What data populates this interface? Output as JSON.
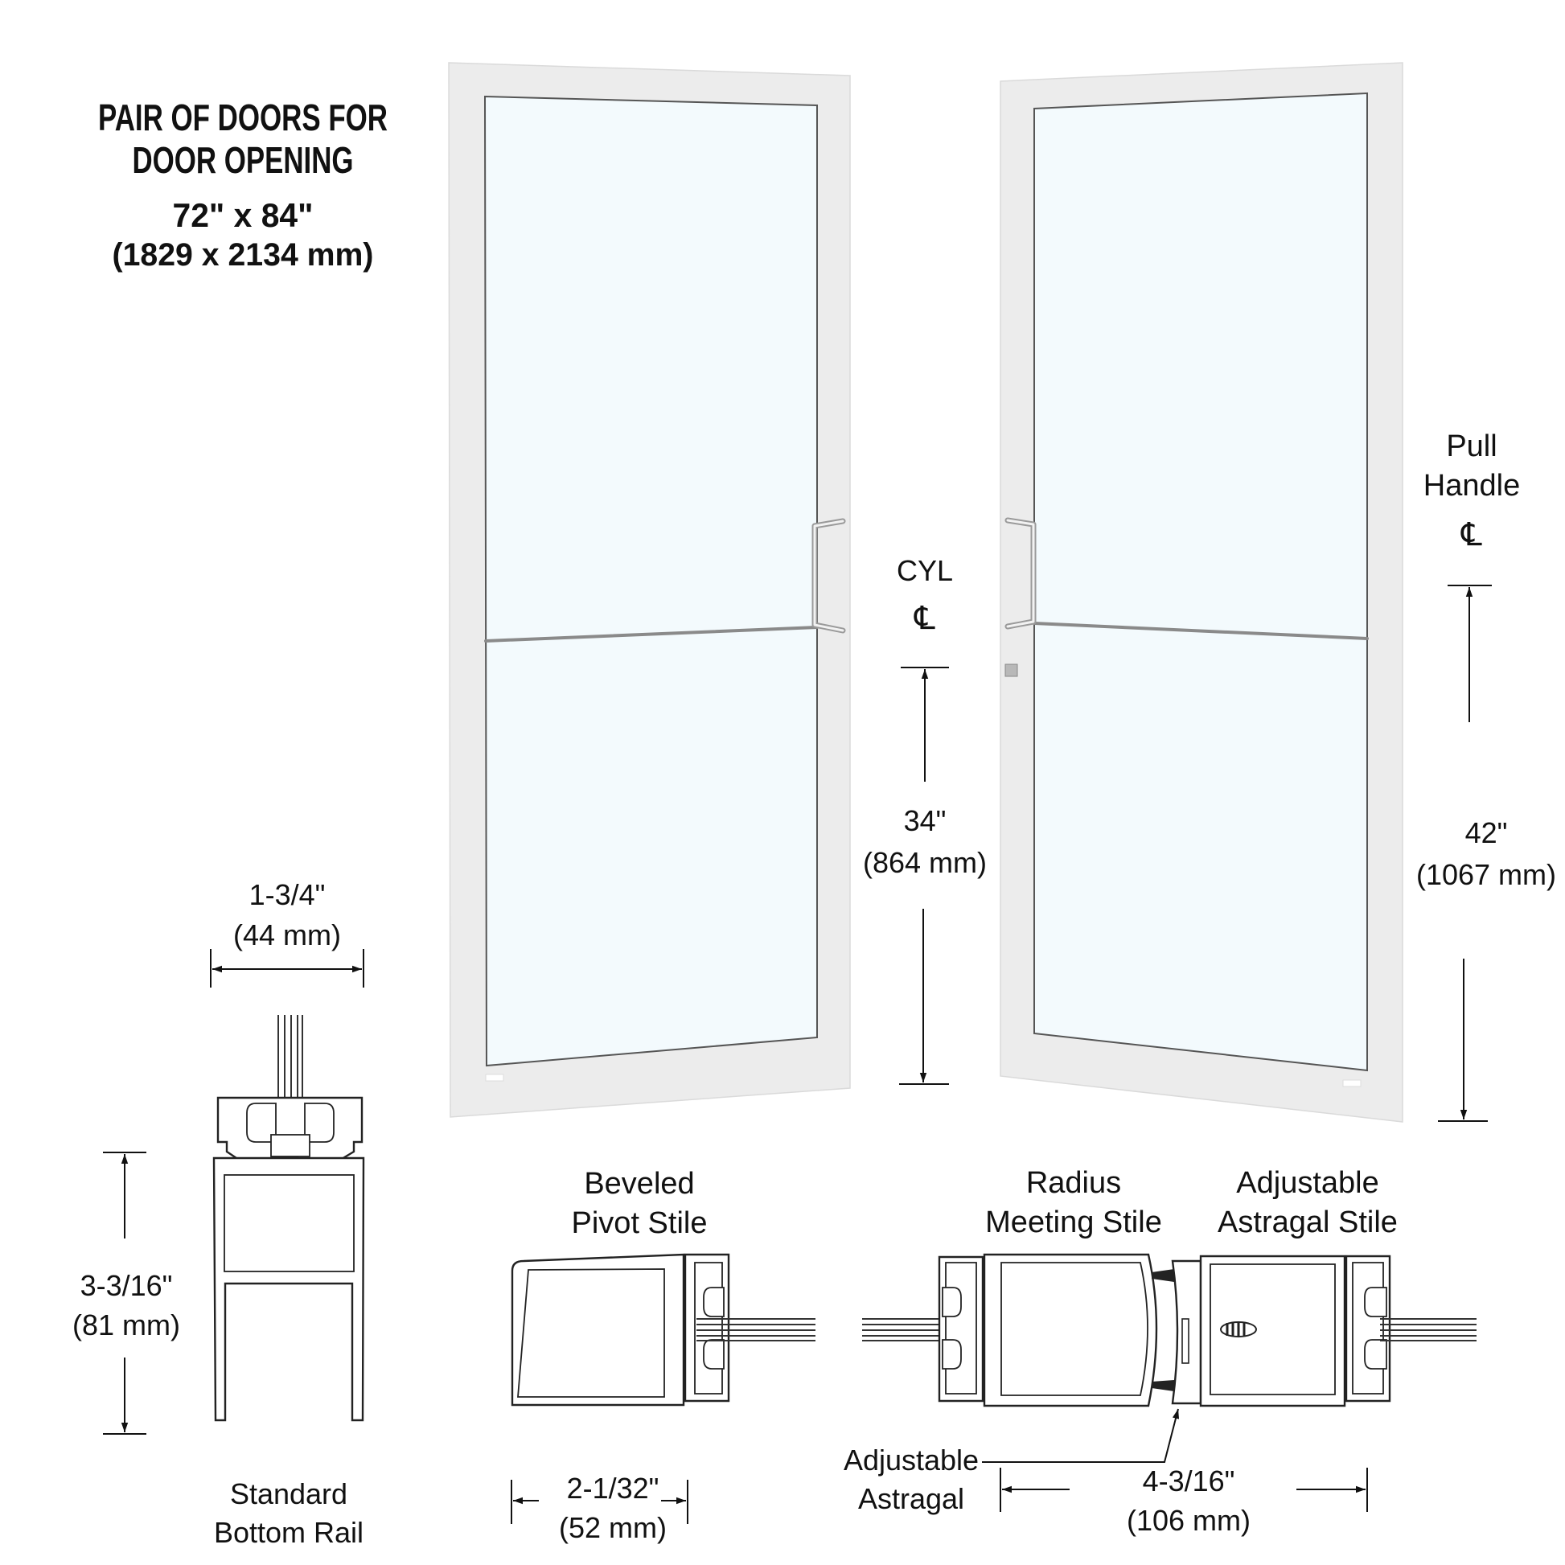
{
  "header": {
    "title_line1": "PAIR OF DOORS FOR",
    "title_line2": "DOOR OPENING",
    "size_imperial": "72\" x 84\"",
    "size_metric": "(1829 x 2134 mm)"
  },
  "elevation": {
    "cyl_label": "CYL",
    "cyl_centerline_symbol": "℄",
    "cyl_height_imperial": "34\"",
    "cyl_height_metric": "(864 mm)",
    "pull_label_line1": "Pull",
    "pull_label_line2": "Handle",
    "pull_centerline_symbol": "℄",
    "pull_height_imperial": "42\"",
    "pull_height_metric": "(1067 mm)"
  },
  "bottom_rail": {
    "width_imperial": "1-3/4\"",
    "width_metric": "(44 mm)",
    "height_imperial": "3-3/16\"",
    "height_metric": "(81 mm)",
    "label_line1": "Standard",
    "label_line2": "Bottom Rail"
  },
  "pivot_stile": {
    "label_line1": "Beveled",
    "label_line2": "Pivot Stile",
    "width_imperial": "2-1/32\"",
    "width_metric": "(52 mm)"
  },
  "meeting_stile": {
    "label_line1": "Radius",
    "label_line2": "Meeting Stile"
  },
  "astragal_stile": {
    "label_line1": "Adjustable",
    "label_line2": "Astragal Stile"
  },
  "astragal": {
    "label_line1": "Adjustable",
    "label_line2": "Astragal",
    "width_imperial": "4-3/16\"",
    "width_metric": "(106 mm)"
  },
  "colors": {
    "frame": "#ececec",
    "glass": "#f3fafd",
    "ink": "#111111",
    "hardware": "#9a9a9a"
  }
}
